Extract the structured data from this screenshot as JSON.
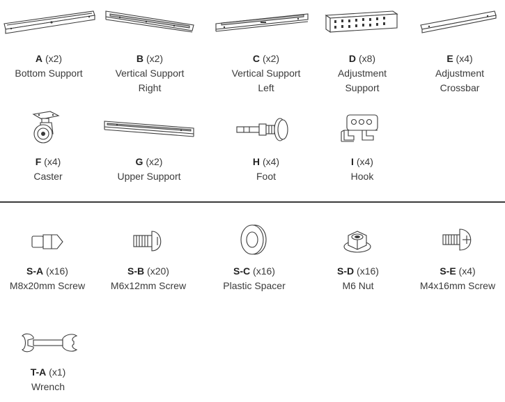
{
  "parts": [
    {
      "letter": "A",
      "qty": "(x2)",
      "line1": "Bottom Support",
      "line2": "",
      "icon": "bottom-support-rail-icon"
    },
    {
      "letter": "B",
      "qty": "(x2)",
      "line1": "Vertical Support",
      "line2": "Right",
      "icon": "vertical-support-right-rail-icon"
    },
    {
      "letter": "C",
      "qty": "(x2)",
      "line1": "Vertical Support",
      "line2": "Left",
      "icon": "vertical-support-left-rail-icon"
    },
    {
      "letter": "D",
      "qty": "(x8)",
      "line1": "Adjustment",
      "line2": "Support",
      "icon": "adjustment-support-bracket-icon"
    },
    {
      "letter": "E",
      "qty": "(x4)",
      "line1": "Adjustment",
      "line2": "Crossbar",
      "icon": "adjustment-crossbar-icon"
    },
    {
      "letter": "F",
      "qty": "(x4)",
      "line1": "Caster",
      "line2": "",
      "icon": "caster-wheel-icon"
    },
    {
      "letter": "G",
      "qty": "(x2)",
      "line1": "Upper Support",
      "line2": "",
      "icon": "upper-support-rail-icon"
    },
    {
      "letter": "H",
      "qty": "(x4)",
      "line1": "Foot",
      "line2": "",
      "icon": "leveling-foot-icon"
    },
    {
      "letter": "I",
      "qty": "(x4)",
      "line1": "Hook",
      "line2": "",
      "icon": "hook-icon"
    }
  ],
  "hardware": [
    {
      "letter": "S-A",
      "qty": "(x16)",
      "line1": "M8x20mm Screw",
      "line2": "",
      "icon": "hex-screw-icon"
    },
    {
      "letter": "S-B",
      "qty": "(x20)",
      "line1": "M6x12mm Screw",
      "line2": "",
      "icon": "round-head-screw-icon"
    },
    {
      "letter": "S-C",
      "qty": "(x16)",
      "line1": "Plastic Spacer",
      "line2": "",
      "icon": "spacer-ring-icon"
    },
    {
      "letter": "S-D",
      "qty": "(x16)",
      "line1": "M6 Nut",
      "line2": "",
      "icon": "hex-nut-icon"
    },
    {
      "letter": "S-E",
      "qty": "(x4)",
      "line1": "M4x16mm Screw",
      "line2": "",
      "icon": "small-screw-icon"
    },
    {
      "letter": "T-A",
      "qty": "(x1)",
      "line1": "Wrench",
      "line2": "",
      "icon": "wrench-icon"
    }
  ]
}
